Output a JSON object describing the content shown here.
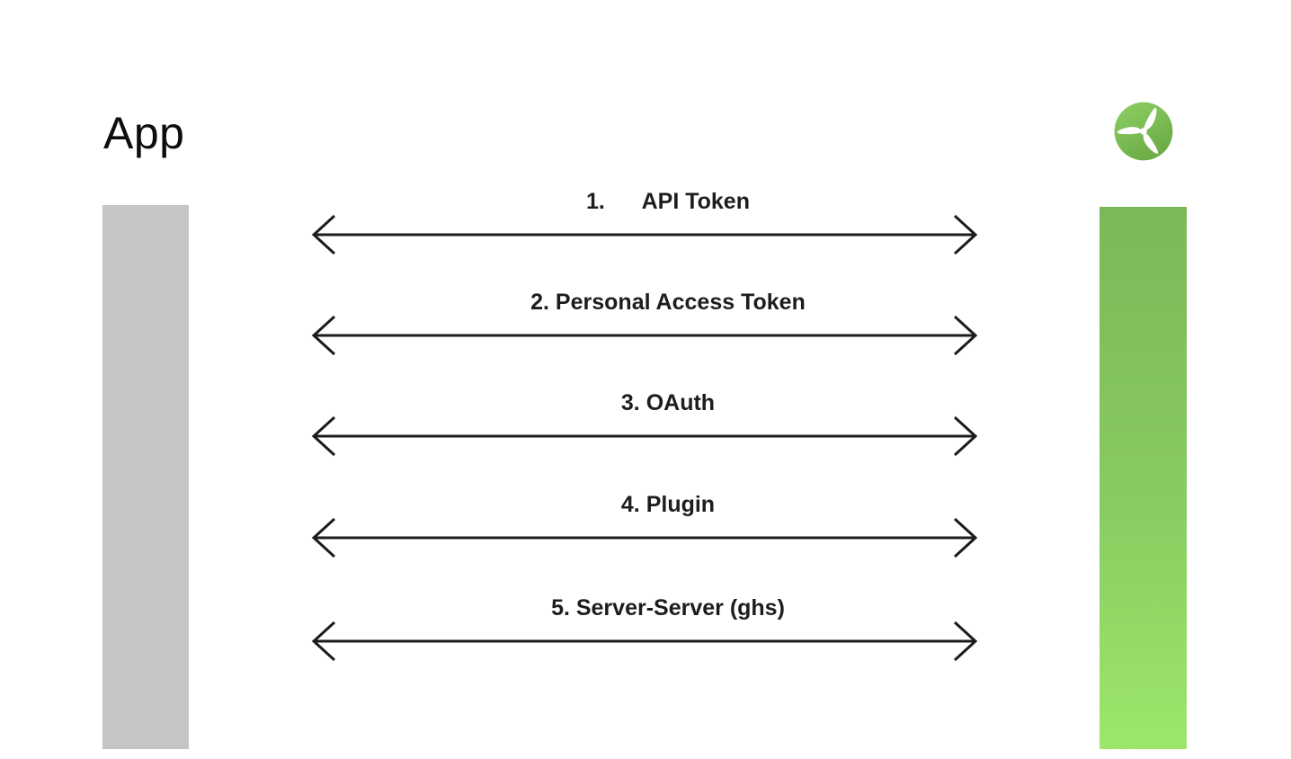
{
  "diagram": {
    "background": "#ffffff",
    "text_color": "#1d1d1d",
    "arrow_color": "#1c1c1c"
  },
  "left_entity": {
    "title": "App",
    "bar_color": "#c5c5c5"
  },
  "right_entity": {
    "logo_icon": "wind-turbine-logo",
    "logo_gradient_top": "#8ed166",
    "logo_gradient_bottom": "#6cab45",
    "bar_gradient_top": "#7bb857",
    "bar_gradient_bottom": "#9de76c"
  },
  "connections": [
    {
      "label": "1.      API Token"
    },
    {
      "label": "2. Personal Access Token"
    },
    {
      "label": "3. OAuth"
    },
    {
      "label": "4. Plugin"
    },
    {
      "label": "5. Server-Server (ghs)"
    }
  ]
}
